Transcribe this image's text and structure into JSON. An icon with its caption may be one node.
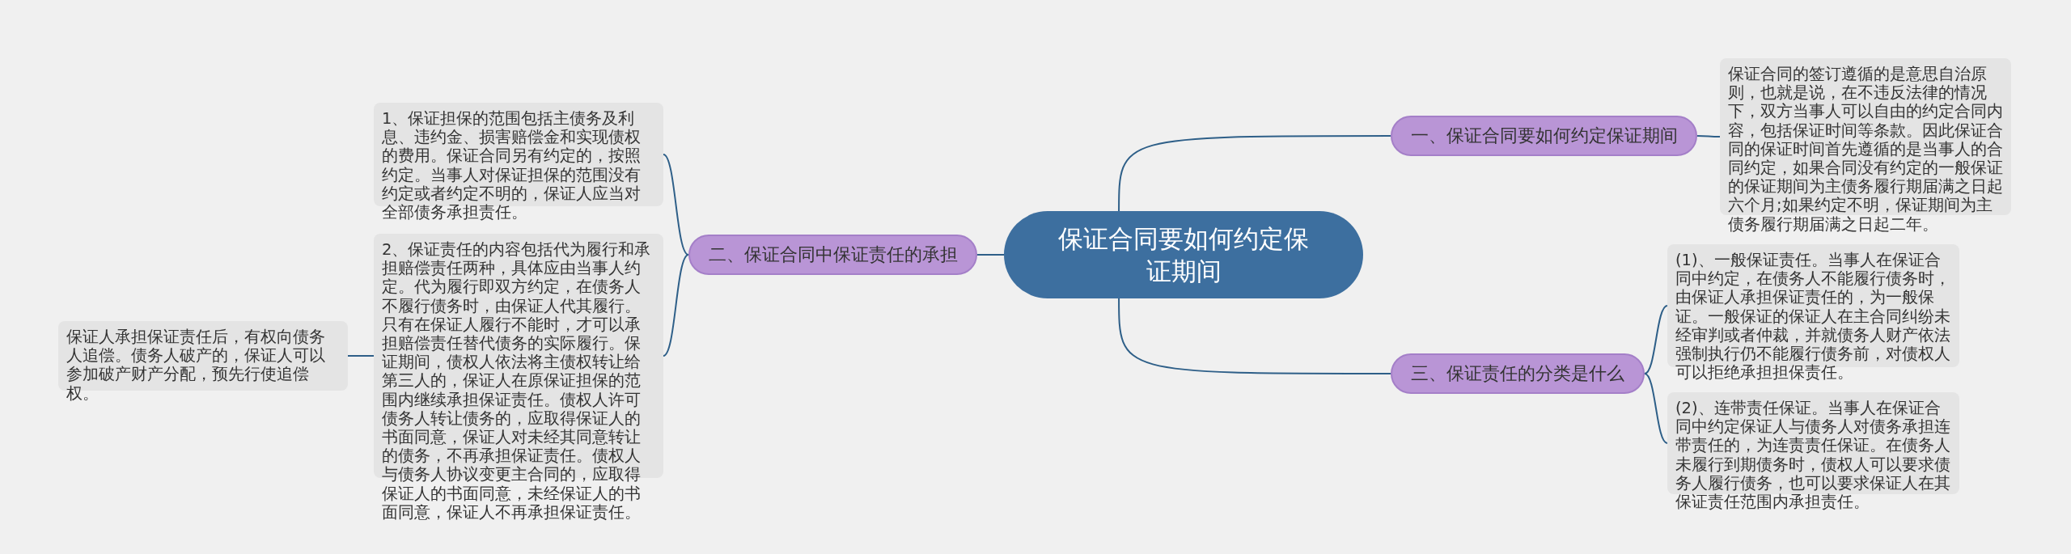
{
  "diagram": {
    "nodes": [
      {
        "text": [
          "保证合同要如何约定保证期间"
        ]
      },
      {
        "text": [
          "一、保证合同要如何约定保证期间"
        ]
      },
      {
        "text": [
          "保证合同的签订遵循的是意思自治原则，也就是说，在不违反法律的情况下，双方当事人可以自由的约定合同内容，包括保证时间等条款。因此保证合同的保证时间首先遵循的是当事人的合同约定，如果合同没有约定的一般保证的保证期间为主债务履行期届满之日起六个月;如果约定不明，保证期间为主债务履行期届满之日起二年。"
        ]
      },
      {
        "text": [
          "二、保证合同中保证责任的承担"
        ]
      },
      {
        "text": [
          "1、保证担保的范围包括主债务及利息、违约金、损害赔偿金和实现债权的费用。保证合同另有约定的，按照约定。当事人对保证担保的范围没有约定或者约定不明的，保证人应当对全部债务承担责任。"
        ]
      },
      {
        "text": [
          "2、保证责任的内容包括代为履行和承担赔偿责任两种，具体应由当事人约定。代为履行即双方约定，在债务人不履行债务时，由保证人代其履行。只有在保证人履行不能时，才可以承担赔偿责任替代债务的实际履行。保证期间，债权人依法将主债权转让给第三人的，保证人在原保证担保的范围内继续承担保证责任。债权人许可债务人转让债务的，应取得保证人的书面同意，保证人对未经其同意转让的债务，不再承担保证责任。债权人与债务人协议变更主合同的，应取得保证人的书面同意，未经保证人的书面同意，保证人不再承担保证责任。"
        ]
      },
      {
        "text": [
          "保证人承担保证责任后，有权向债务人追偿。债务人破产的，保证人可以参加破产财产分配，预先行使追偿权。"
        ]
      },
      {
        "text": [
          "三、保证责任的分类是什么"
        ]
      },
      {
        "text": [
          "(1)、一般保证责任。当事人在保证合同中约定，在债务人不能履行债务时，由保证人承担保证责任的，为一般保证。一般保证的保证人在主合同纠纷未经审判或者仲裁，并就债务人财产依法强制执行仍不能履行债务前，对债权人可以拒绝承担担保责任。"
        ]
      },
      {
        "text": [
          "(2)、连带责任保证。当事人在保证合同中约定保证人与债务人对债务承担连带责任的，为连责责任保证。在债务人未履行到期债务时，债权人可以要求债务人履行债务，也可以要求保证人在其保证责任范围内承担责任。"
        ]
      }
    ],
    "edges": [
      {
        "from": 0,
        "to": 1,
        "arrow": "none"
      },
      {
        "from": 1,
        "to": 2,
        "arrow": "none"
      },
      {
        "from": 0,
        "to": 3,
        "arrow": "none"
      },
      {
        "from": 3,
        "to": 4,
        "arrow": "none"
      },
      {
        "from": 3,
        "to": 5,
        "arrow": "none"
      },
      {
        "from": 5,
        "to": 6,
        "arrow": "none"
      },
      {
        "from": 0,
        "to": 7,
        "arrow": "none"
      },
      {
        "from": 7,
        "to": 8,
        "arrow": "none"
      },
      {
        "from": 7,
        "to": 9,
        "arrow": "none"
      }
    ]
  }
}
